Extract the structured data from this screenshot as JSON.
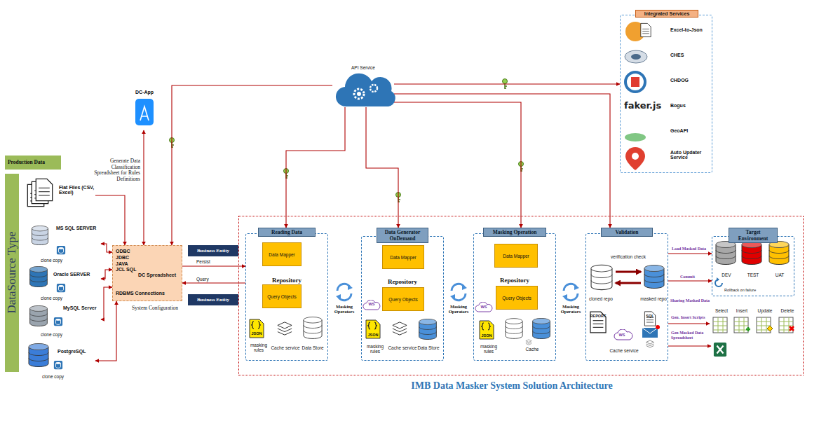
{
  "diagram": {
    "caption": "IMB Data Masker System Solution Architecture",
    "nodes": [
      {
        "text": [
          "Production Data"
        ]
      },
      {
        "text": [
          "DataSource Type"
        ]
      },
      {
        "text": [
          "Flat Files (CSV, Excel)"
        ]
      },
      {
        "text": [
          "MS SQL SERVER",
          "clone copy"
        ]
      },
      {
        "text": [
          "Oracle SERVER",
          "clone copy"
        ]
      },
      {
        "text": [
          "MySQL Server",
          "clone copy"
        ]
      },
      {
        "text": [
          "PostgreSQL",
          "clone copy"
        ]
      },
      {
        "text": [
          "ODBC JDBC JAVA JCL SQL",
          "DC Spreadsheet",
          "RDBMS Connections",
          "System Configuration"
        ]
      },
      {
        "text": [
          "DC-App"
        ]
      },
      {
        "text": [
          "Business Entity"
        ]
      },
      {
        "text": [
          "Business Entity"
        ]
      },
      {
        "text": [
          "API Service"
        ]
      },
      {
        "text": [
          "Integrated Services"
        ]
      },
      {
        "text": [
          "Excel-to-Json"
        ],
        "in": 12
      },
      {
        "text": [
          "CHES"
        ],
        "in": 12
      },
      {
        "text": [
          "CHDOG"
        ],
        "in": 12
      },
      {
        "text": [
          "faker.js",
          "Bogus"
        ],
        "in": 12
      },
      {
        "text": [
          "GeoAPI"
        ],
        "in": 12
      },
      {
        "text": [
          "Auto Updater Service"
        ],
        "in": 12
      },
      {
        "text": [
          "Reading Data",
          "Repository",
          "JSON",
          "masking rules",
          "Cache service",
          "Data Store"
        ]
      },
      {
        "text": [
          "Data Mapper"
        ],
        "in": 19
      },
      {
        "text": [
          "Query Objects"
        ],
        "in": 19
      },
      {
        "text": [
          "Data Generator OnDemand",
          "Repository",
          "WS",
          "JSON",
          "masking rules",
          "Cache service",
          "Data Store"
        ]
      },
      {
        "text": [
          "Data Mapper"
        ],
        "in": 22
      },
      {
        "text": [
          "Query Objects"
        ],
        "in": 22
      },
      {
        "text": [
          "Masking Operation",
          "Repository",
          "WS",
          "JSON",
          "masking rules",
          "Cache"
        ]
      },
      {
        "text": [
          "Data Mapper"
        ],
        "in": 25
      },
      {
        "text": [
          "Query Objects"
        ],
        "in": 25
      },
      {
        "text": [
          "Validation",
          "verification check",
          "cloned repo",
          "masked repo",
          "REPORT",
          "SQL",
          "WS",
          "Cache service"
        ]
      },
      {
        "text": [
          "Target Environment",
          "DEV",
          "TEST",
          "UAT",
          "Rollback on failure"
        ]
      }
    ],
    "edges": [
      {
        "from": 2,
        "to": 7,
        "arrow": "to"
      },
      {
        "from": 3,
        "to": 7,
        "arrow": "both"
      },
      {
        "from": 4,
        "to": 7,
        "arrow": "both"
      },
      {
        "from": 5,
        "to": 7,
        "arrow": "both"
      },
      {
        "from": 6,
        "to": 7,
        "arrow": "both"
      },
      {
        "from": 7,
        "to": 8,
        "label": "Generate Data Classification Spreadsheet for Rules Definitions",
        "arrow": "both"
      },
      {
        "from": 7,
        "to": 19,
        "label": "Persist",
        "arrow": "to"
      },
      {
        "from": 19,
        "to": 7,
        "label": "Query",
        "arrow": "to"
      },
      {
        "from": 11,
        "to": 7,
        "arrow": "to"
      },
      {
        "from": 11,
        "to": 19,
        "arrow": "to"
      },
      {
        "from": 11,
        "to": 22,
        "arrow": "to"
      },
      {
        "from": 11,
        "to": 25,
        "arrow": "to"
      },
      {
        "from": 11,
        "to": 28,
        "arrow": "to"
      },
      {
        "from": 11,
        "to": 12,
        "arrow": "to"
      },
      {
        "from": 28,
        "to": 29,
        "label": "Load Masked Data",
        "arrow": "to"
      },
      {
        "from": 28,
        "to": 29,
        "label": "Commit",
        "arrow": "to"
      }
    ],
    "labels": [
      "Masking Operators",
      "Masking Operators",
      "Masking Operators",
      "Sharing Masked Data",
      "Gen. Insert Scripts",
      "Gen Masked Data Spreadsheet",
      "Select",
      "Insert",
      "Update",
      "Delete"
    ]
  }
}
